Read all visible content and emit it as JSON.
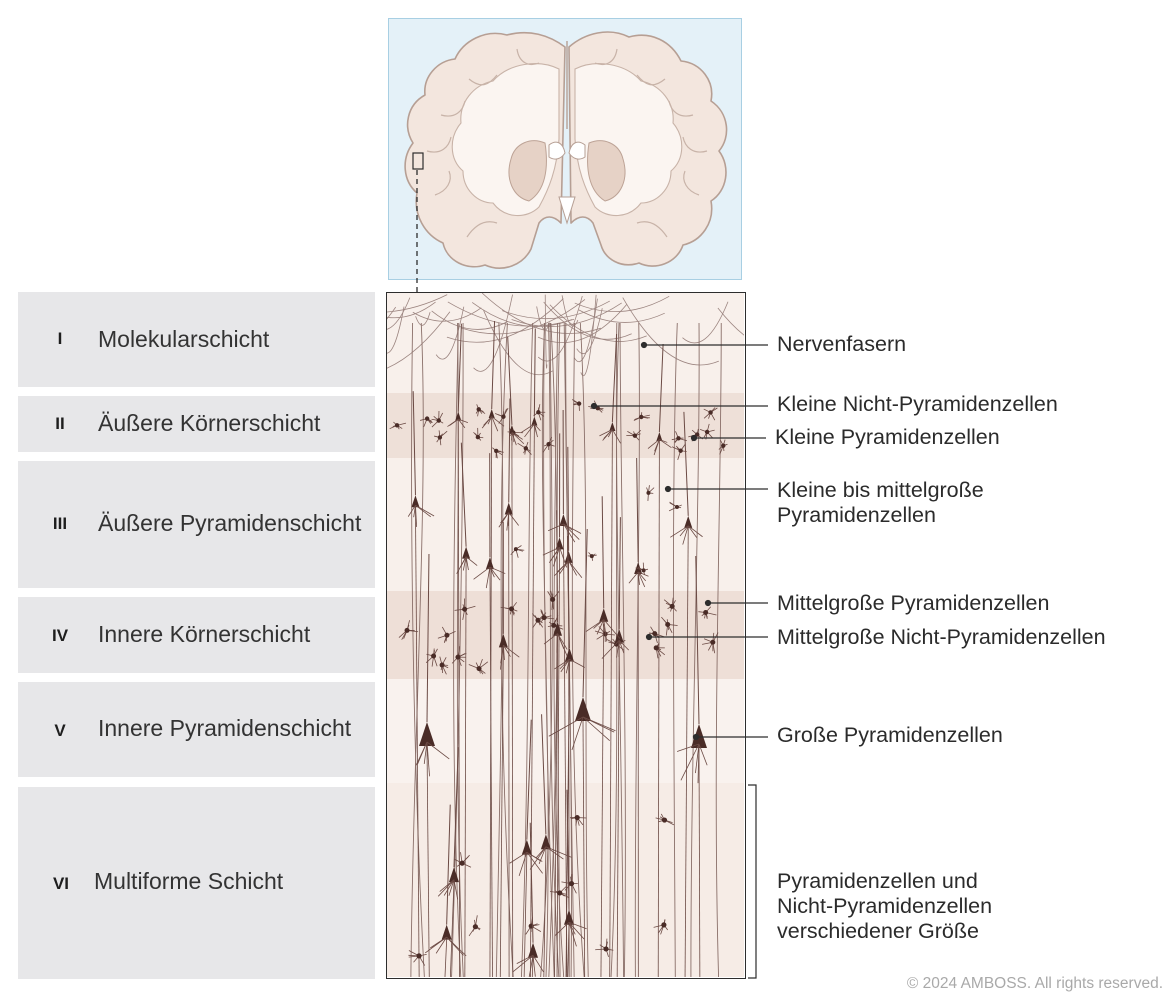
{
  "layers": [
    {
      "numeral": "I",
      "name": "Molekularschicht"
    },
    {
      "numeral": "II",
      "name": "Äußere Körnerschicht"
    },
    {
      "numeral": "III",
      "name": "Äußere Pyramidenschicht"
    },
    {
      "numeral": "IV",
      "name": "Innere Körnerschicht"
    },
    {
      "numeral": "V",
      "name": "Innere Pyramidenschicht"
    },
    {
      "numeral": "VI",
      "name": "Multiforme Schicht"
    }
  ],
  "callouts": {
    "nerve_fibers": "Nervenfasern",
    "small_non_pyramidal": "Kleine Nicht-Pyramidenzellen",
    "small_pyramidal": "Kleine Pyramidenzellen",
    "small_medium_pyramidal_1": "Kleine bis mittelgroße",
    "small_medium_pyramidal_2": "Pyramidenzellen",
    "medium_pyramidal": "Mittelgroße Pyramidenzellen",
    "medium_non_pyramidal": "Mittelgroße Nicht-Pyramidenzellen",
    "large_pyramidal": "Große Pyramidenzellen",
    "mixed_1": "Pyramidenzellen und",
    "mixed_2": "Nicht-Pyramidenzellen",
    "mixed_3": "verschiedener Größe"
  },
  "copyright": "© 2024 AMBOSS. All rights reserved.",
  "colors": {
    "neuron": "#6b4a44",
    "neuron_dark": "#4a2c27",
    "panel": "#e7e7e9",
    "inset_bg": "#e4f1f8",
    "brain_fill": "#f3e6de",
    "brain_outline": "#b69f94"
  }
}
